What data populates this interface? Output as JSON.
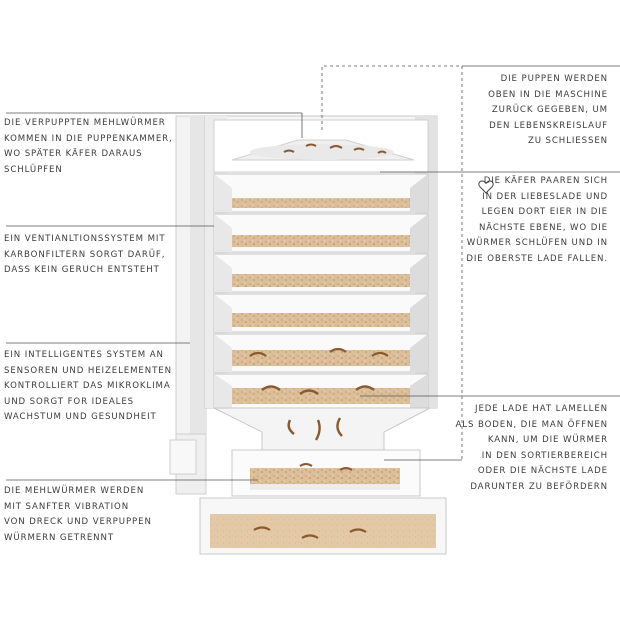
{
  "annotations": {
    "pupae_returned": [
      "DIE PUPPEN WERDEN",
      "OBEN IN DIE MASCHINE",
      "ZURÜCK GEGEBEN, UM",
      "DEN LEBENSKREISLAUF",
      "ZU SCHLIESSEN"
    ],
    "pupae_chamber": [
      "DIE VERPUPPTEN MEHLWÜRMER",
      "KOMMEN IN DIE PUPPENKAMMER,",
      "WO SPÄTER KÄFER DARAUS",
      "SCHLÜPFEN"
    ],
    "beetles_mate": [
      "DIE KÄFER PAAREN SICH",
      "IN DER LIEBESLADE  UND",
      "LEGEN DORT EIER IN DIE",
      "NÄCHSTE EBENE, WO DIE",
      "WÜRMER SCHLÜFEN UND IN",
      "DIE OBERSTE LADE FALLEN."
    ],
    "ventilation": [
      "EIN VENTIANLTIONSSYSTEM MIT",
      "KARBONFILTERN SORGT DARÜF,",
      "DASS KEIN GERUCH ENTSTEHT"
    ],
    "smart_system": [
      "EIN INTELLIGENTES SYSTEM AN",
      "SENSOREN UND HEIZELEMENTEN",
      "KONTROLLIERT DAS MIKROKLIMA",
      "UND SORGT FOR IDEALES",
      "WACHSTUM UND GESUNDHEIT"
    ],
    "drawer_slats": [
      "JEDE LADE HAT LAMELLEN",
      "ALS BODEN, DIE MAN ÖFFNEN",
      "KANN, UM DIE WÜRMER",
      "IN DEN SORTIERBEREICH",
      "ODER DIE NÄCHSTE LADE",
      "DARUNTER ZU BEFÖRDERN"
    ],
    "vibration": [
      "DIE MEHLWÜRMER WERDEN",
      "MIT SANFTER VIBRATION",
      "VON DRECK UND VERPUPPEN",
      "WÜRMERN GETRENNT"
    ]
  },
  "icons": {
    "heart": "heart-outline-icon"
  },
  "colors": {
    "text": "#3c3c3c",
    "substrate": "#d9b98f",
    "frame": "#c8c8c8"
  }
}
